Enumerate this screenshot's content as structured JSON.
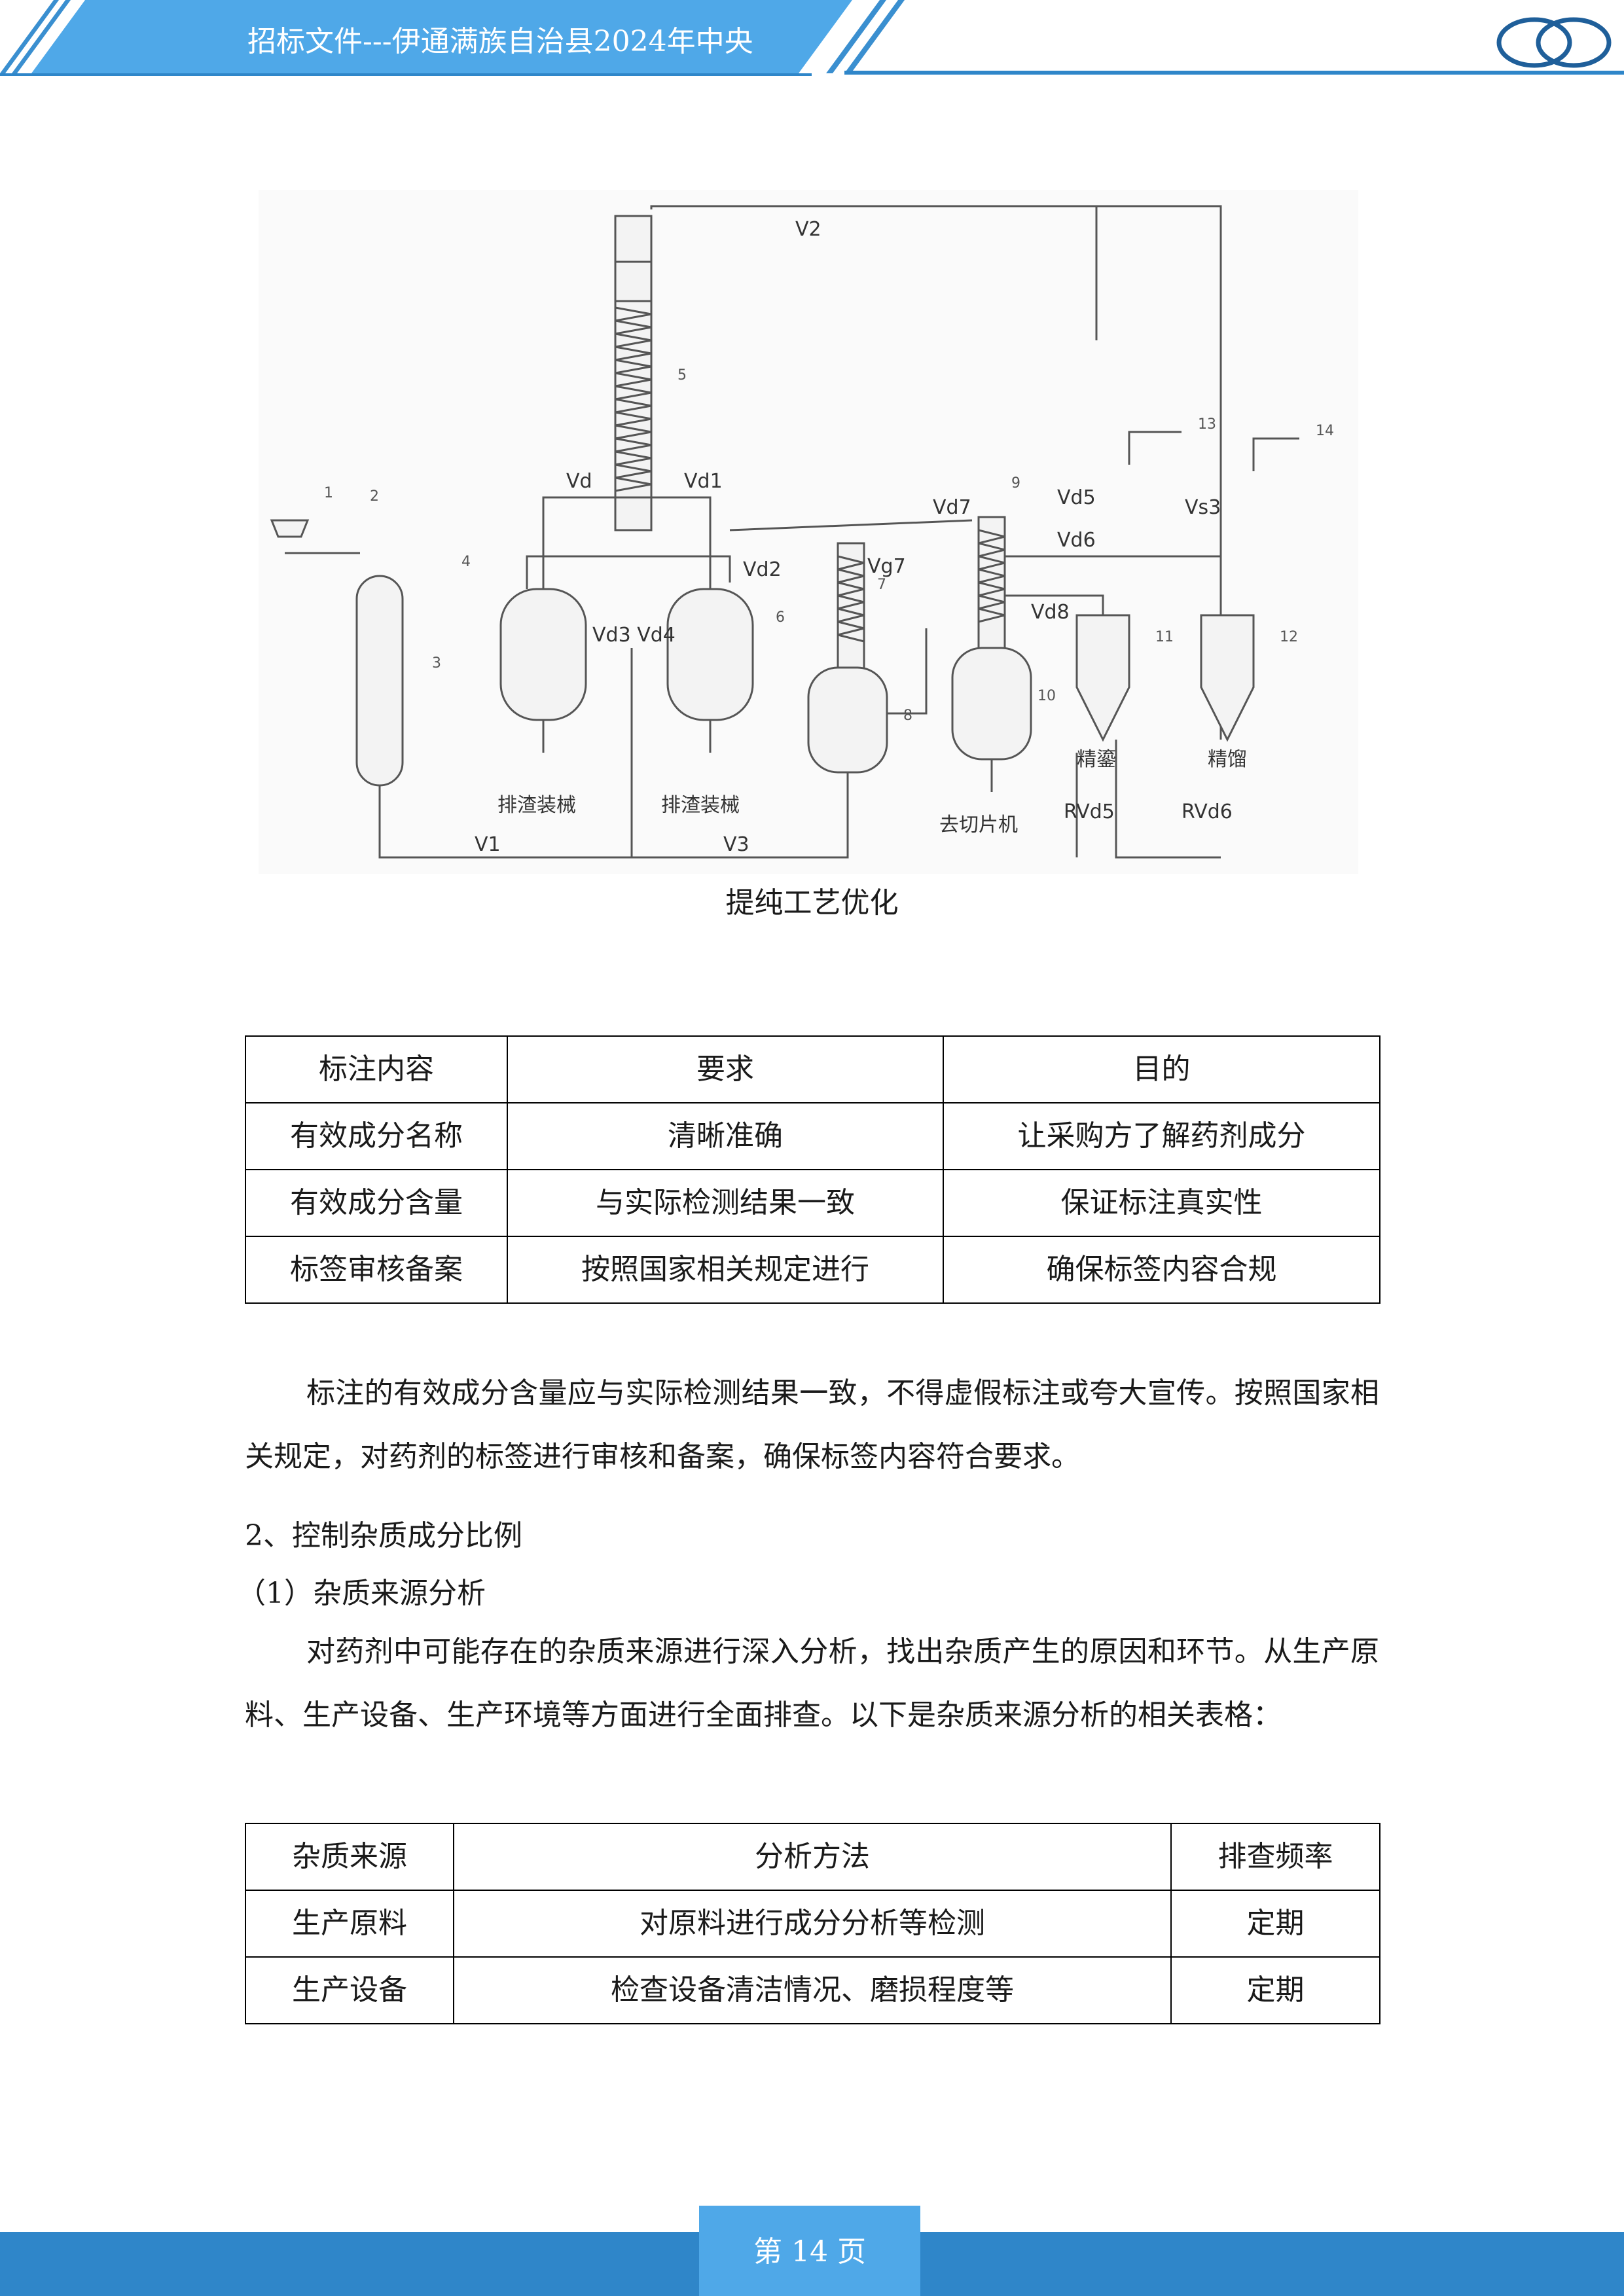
{
  "header": {
    "title": "招标文件---伊通满族自治县2024年中央"
  },
  "figure": {
    "caption": "提纯工艺优化",
    "labels": {
      "pipe_top": "V2",
      "pipe_v1": "V1",
      "pipe_v3": "V3",
      "valve_vg_left": "Vd",
      "valve_vg_right": "Vd1",
      "valve_vd2": "Vd2",
      "valve_vg7": "Vg7",
      "valve_v7": "Vd7",
      "valve_vd5": "Vd5",
      "valve_vd6": "Vd6",
      "valve_vd8": "Vd8",
      "valve_vs3": "Vs3",
      "valve_vs4": "Vd3 Vd4",
      "discharge_1": "排渣装械",
      "discharge_2": "排渣装械",
      "discharge_3": "去切片机",
      "bottom_1": "精鎏",
      "bottom_2": "精馏",
      "bottom_v5": "RVd5",
      "bottom_v6": "RVd6"
    },
    "numbers": [
      "1",
      "2",
      "3",
      "4",
      "5",
      "6",
      "7",
      "8",
      "9",
      "10",
      "11",
      "12",
      "13",
      "14"
    ]
  },
  "table1": {
    "headers": [
      "标注内容",
      "要求",
      "目的"
    ],
    "rows": [
      [
        "有效成分名称",
        "清晰准确",
        "让采购方了解药剂成分"
      ],
      [
        "有效成分含量",
        "与实际检测结果一致",
        "保证标注真实性"
      ],
      [
        "标签审核备案",
        "按照国家相关规定进行",
        "确保标签内容合规"
      ]
    ]
  },
  "paragraph1": "标注的有效成分含量应与实际检测结果一致，不得虚假标注或夸大宣传。按照国家相关规定，对药剂的标签进行审核和备案，确保标签内容符合要求。",
  "heading2": "2、控制杂质成分比例",
  "subheading1": "（1）杂质来源分析",
  "paragraph2": "对药剂中可能存在的杂质来源进行深入分析，找出杂质产生的原因和环节。从生产原料、生产设备、生产环境等方面进行全面排查。以下是杂质来源分析的相关表格：",
  "table2": {
    "headers": [
      "杂质来源",
      "分析方法",
      "排查频率"
    ],
    "rows": [
      [
        "生产原料",
        "对原料进行成分分析等检测",
        "定期"
      ],
      [
        "生产设备",
        "检查设备清洁情况、磨损程度等",
        "定期"
      ]
    ]
  },
  "footer": {
    "page_label": "第 14 页"
  },
  "colors": {
    "primary_blue": "#2f86c9",
    "light_blue": "#4fa8e8",
    "dark_blue": "#1f5f9a"
  }
}
